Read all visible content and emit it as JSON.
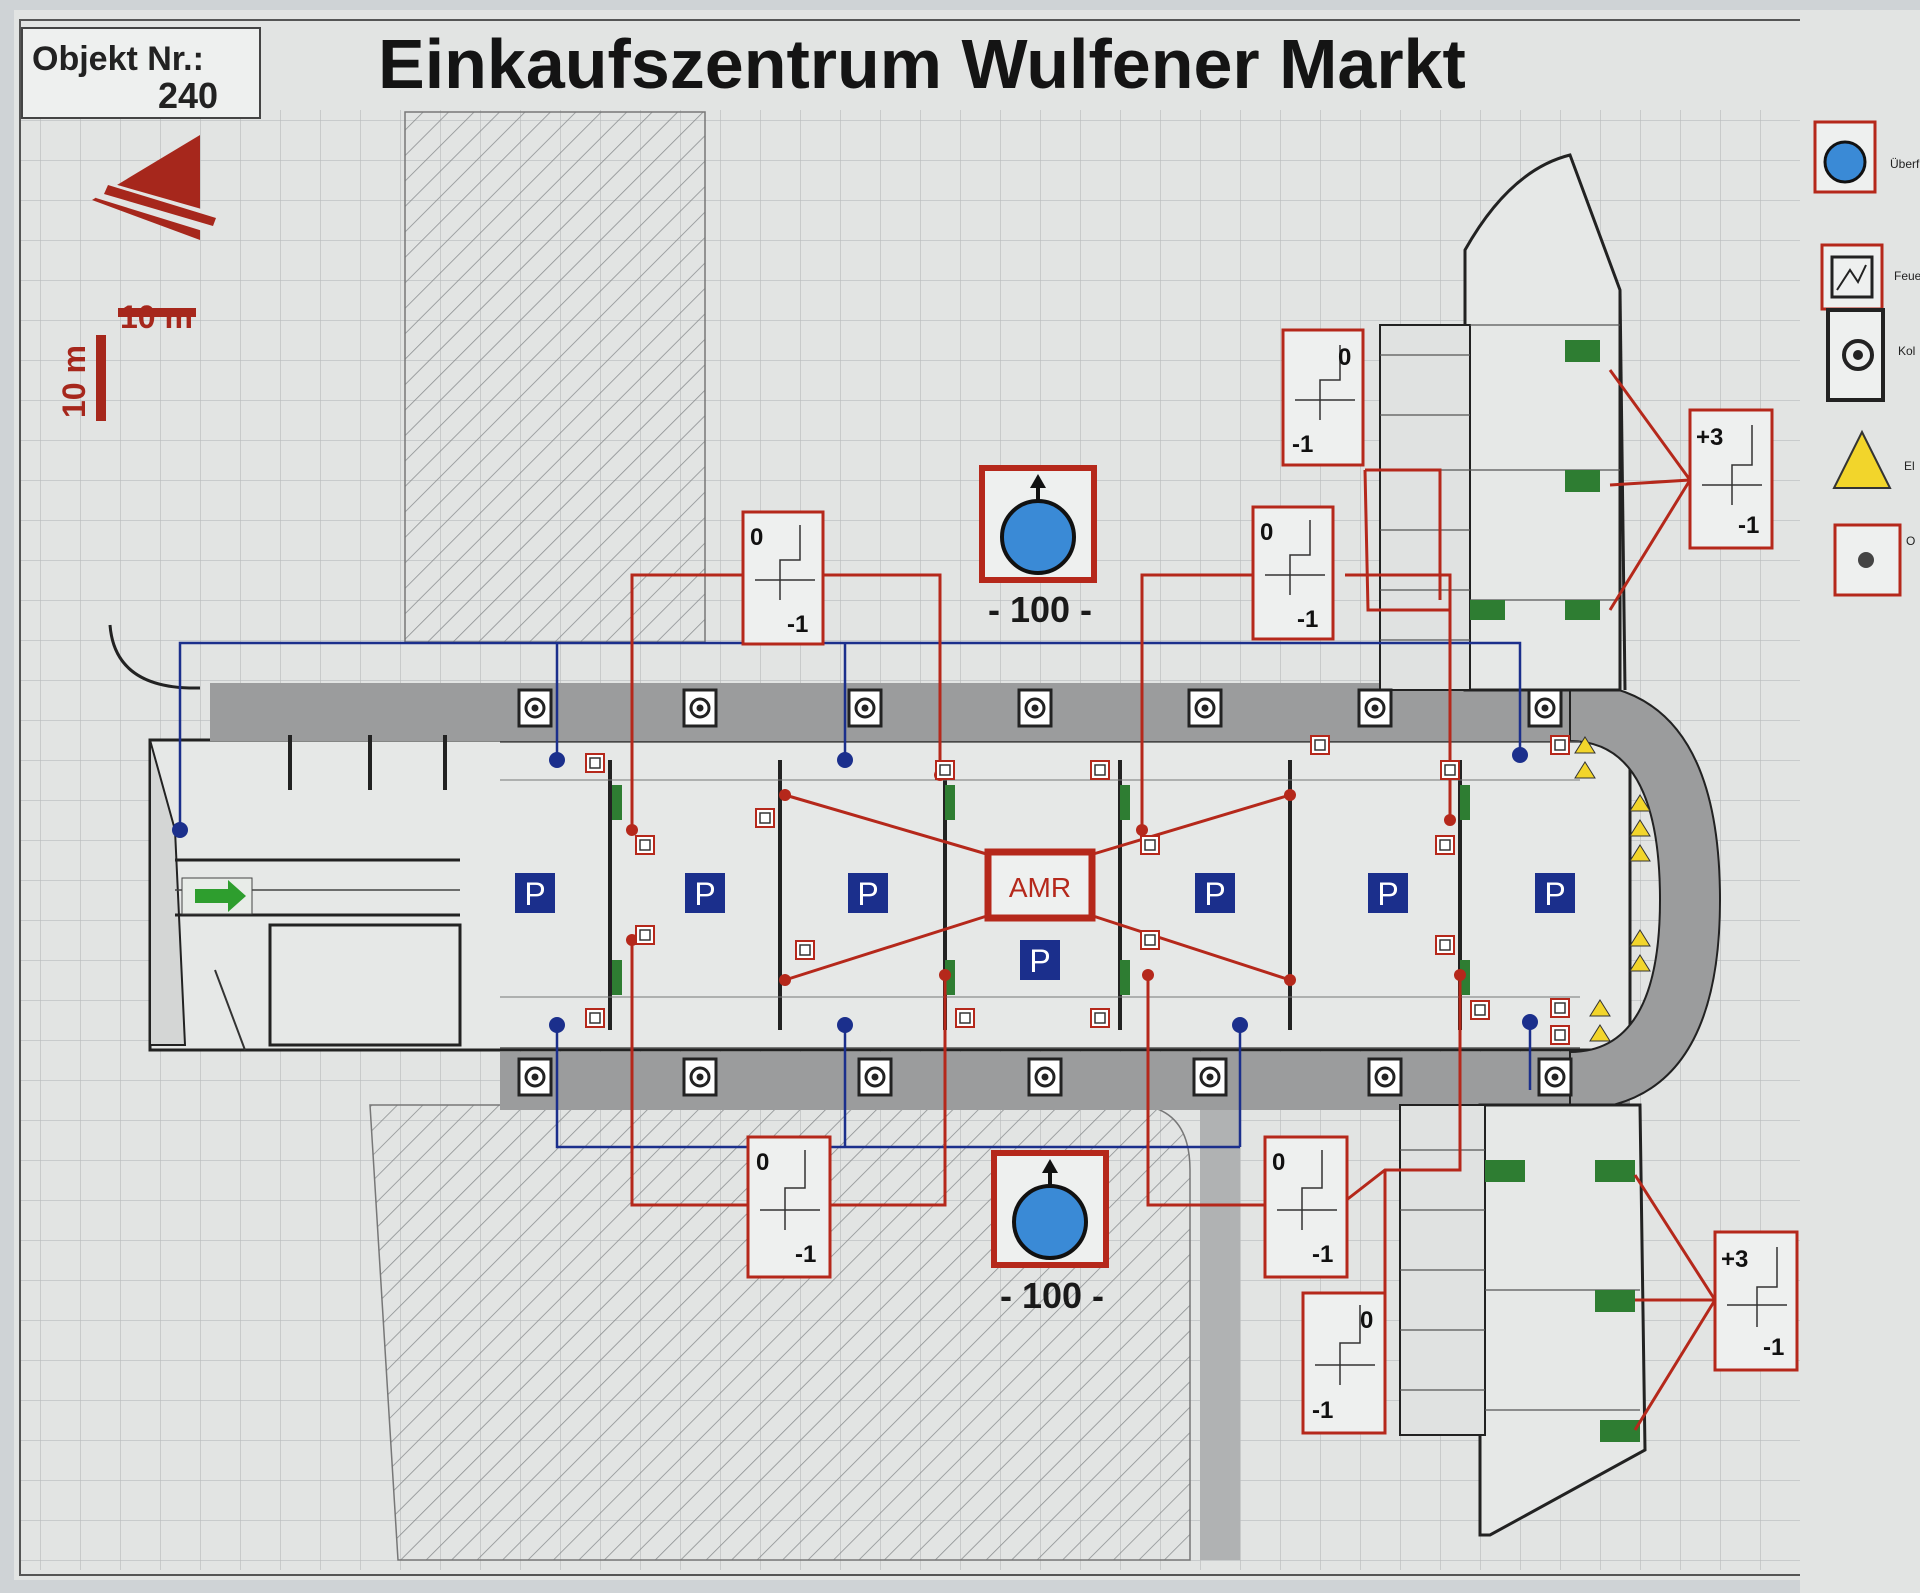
{
  "title": "Einkaufszentrum Wulfener Markt",
  "object": {
    "label": "Objekt Nr.:",
    "number": "240"
  },
  "scale": {
    "horizontal": "10 m",
    "vertical": "10 m"
  },
  "fire_center": {
    "label": "AMR"
  },
  "hydrant_labels": {
    "top": "- 100 -",
    "bottom": "- 100 -"
  },
  "level_boxes": [
    {
      "top": "0",
      "bottom": "-1"
    },
    {
      "top": "0",
      "bottom": "-1"
    },
    {
      "top": "0",
      "bottom": "-1"
    },
    {
      "top": "0",
      "bottom": "-1"
    },
    {
      "top": "0",
      "bottom": "-1"
    },
    {
      "top": "0",
      "bottom": "-1"
    }
  ],
  "upper_level_boxes": [
    {
      "top": "+3",
      "bottom": "-1"
    },
    {
      "top": "+3",
      "bottom": "-1"
    }
  ],
  "parking_symbol": "P",
  "legend": {
    "entries": [
      {
        "icon": "hydrant-icon",
        "text": "Überf"
      },
      {
        "icon": "fire-panel-icon",
        "text": "Feue ohne"
      },
      {
        "icon": "key-depot-icon",
        "text": "Kol"
      },
      {
        "icon": "warning-electric-icon",
        "text": "El"
      },
      {
        "icon": "detector-icon",
        "text": "O"
      }
    ]
  },
  "colors": {
    "red": "#b5281b",
    "blue": "#1b2f8c",
    "hydrant_blue": "#3a8ad6",
    "paper": "#e2e4e3",
    "grid": "#b9bcbd",
    "green": "#2e9e2e"
  }
}
